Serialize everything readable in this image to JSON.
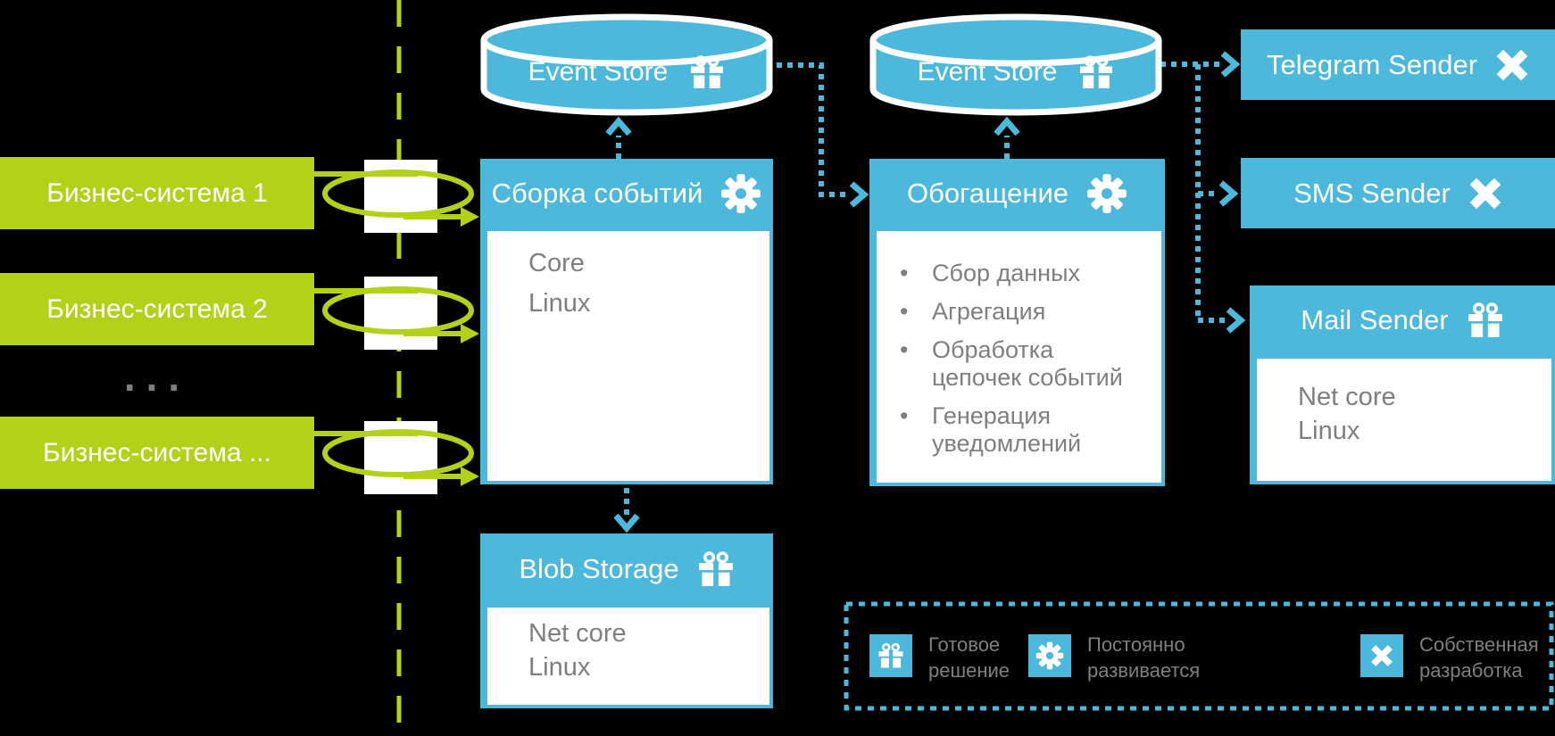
{
  "colors": {
    "green": "#b3d119",
    "blue": "#4bb8dc",
    "gray": "#7f7f7f",
    "white": "#ffffff"
  },
  "business_systems": {
    "items": [
      "Бизнес-система 1",
      "Бизнес-система 2",
      "Бизнес-система ..."
    ],
    "ellipsis": "..."
  },
  "pipeline": {
    "event_store_1": {
      "label": "Event Store",
      "icon": "gift-icon"
    },
    "event_store_2": {
      "label": "Event Store",
      "icon": "gift-icon"
    },
    "assembly": {
      "title": "Сборка событий",
      "icon": "gear-icon",
      "body": [
        "Core",
        "Linux"
      ]
    },
    "blob": {
      "title": "Blob Storage",
      "icon": "gift-icon",
      "body": [
        "Net core",
        "Linux"
      ]
    },
    "enrichment": {
      "title": "Обогащение",
      "icon": "gear-icon",
      "bullets": [
        "Сбор данных",
        "Агрегация",
        "Обработка\nцепочек событий",
        "Генерация\nуведомлений"
      ]
    }
  },
  "senders": {
    "telegram": {
      "label": "Telegram Sender",
      "icon": "x-icon"
    },
    "sms": {
      "label": "SMS Sender",
      "icon": "x-icon"
    },
    "mail": {
      "label": "Mail Sender",
      "icon": "gift-icon",
      "body": [
        "Net core",
        "Linux"
      ]
    }
  },
  "legend": {
    "items": [
      {
        "icon": "gift-icon",
        "label": "Готовое\nрешение"
      },
      {
        "icon": "gear-icon",
        "label": "Постоянно\nразвивается"
      },
      {
        "icon": "x-icon",
        "label": "Собственная\nразработка"
      }
    ]
  }
}
